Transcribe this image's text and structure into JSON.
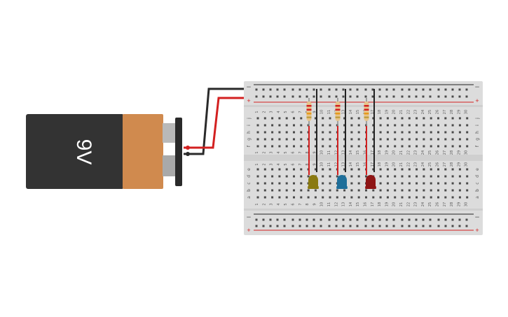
{
  "canvas": {
    "background": "#ffffff"
  },
  "battery": {
    "label": "9V",
    "body_color": "#333333",
    "cap_color": "#d08a4e",
    "terminal_color": "#b9b9b9"
  },
  "wires": {
    "positive_color": "#d32020",
    "negative_color": "#2a2a2a"
  },
  "breadboard": {
    "body_color": "#dcdcdc",
    "hole_color": "#4a4a4a",
    "rail_plus_label": "+",
    "rail_minus_label": "−",
    "rail_plus_color": "#d32020",
    "rail_minus_color": "#222222",
    "row_letters_top": [
      "j",
      "i",
      "h",
      "g",
      "f"
    ],
    "row_letters_bottom": [
      "e",
      "d",
      "c",
      "b",
      "a"
    ],
    "column_numbers": [
      "1",
      "2",
      "3",
      "4",
      "5",
      "6",
      "7",
      "8",
      "9",
      "10",
      "11",
      "12",
      "13",
      "14",
      "15",
      "16",
      "17",
      "18",
      "19",
      "20",
      "21",
      "22",
      "23",
      "24",
      "25",
      "26",
      "27",
      "28",
      "29",
      "30"
    ]
  },
  "components": {
    "resistors": [
      {
        "name": "resistor-1",
        "column": 9
      },
      {
        "name": "resistor-2",
        "column": 13
      },
      {
        "name": "resistor-3",
        "column": 17
      }
    ],
    "leds": [
      {
        "name": "led-yellow",
        "color": "yellow",
        "hex": "#8a7a12"
      },
      {
        "name": "led-blue",
        "color": "blue",
        "hex": "#1f6f9a"
      },
      {
        "name": "led-red",
        "color": "red",
        "hex": "#8e1414"
      }
    ],
    "resistor_body_color": "#e7c48c",
    "resistor_band_colors": [
      "#d32020",
      "#d32020",
      "#e69a1c",
      "#c2a040"
    ]
  }
}
